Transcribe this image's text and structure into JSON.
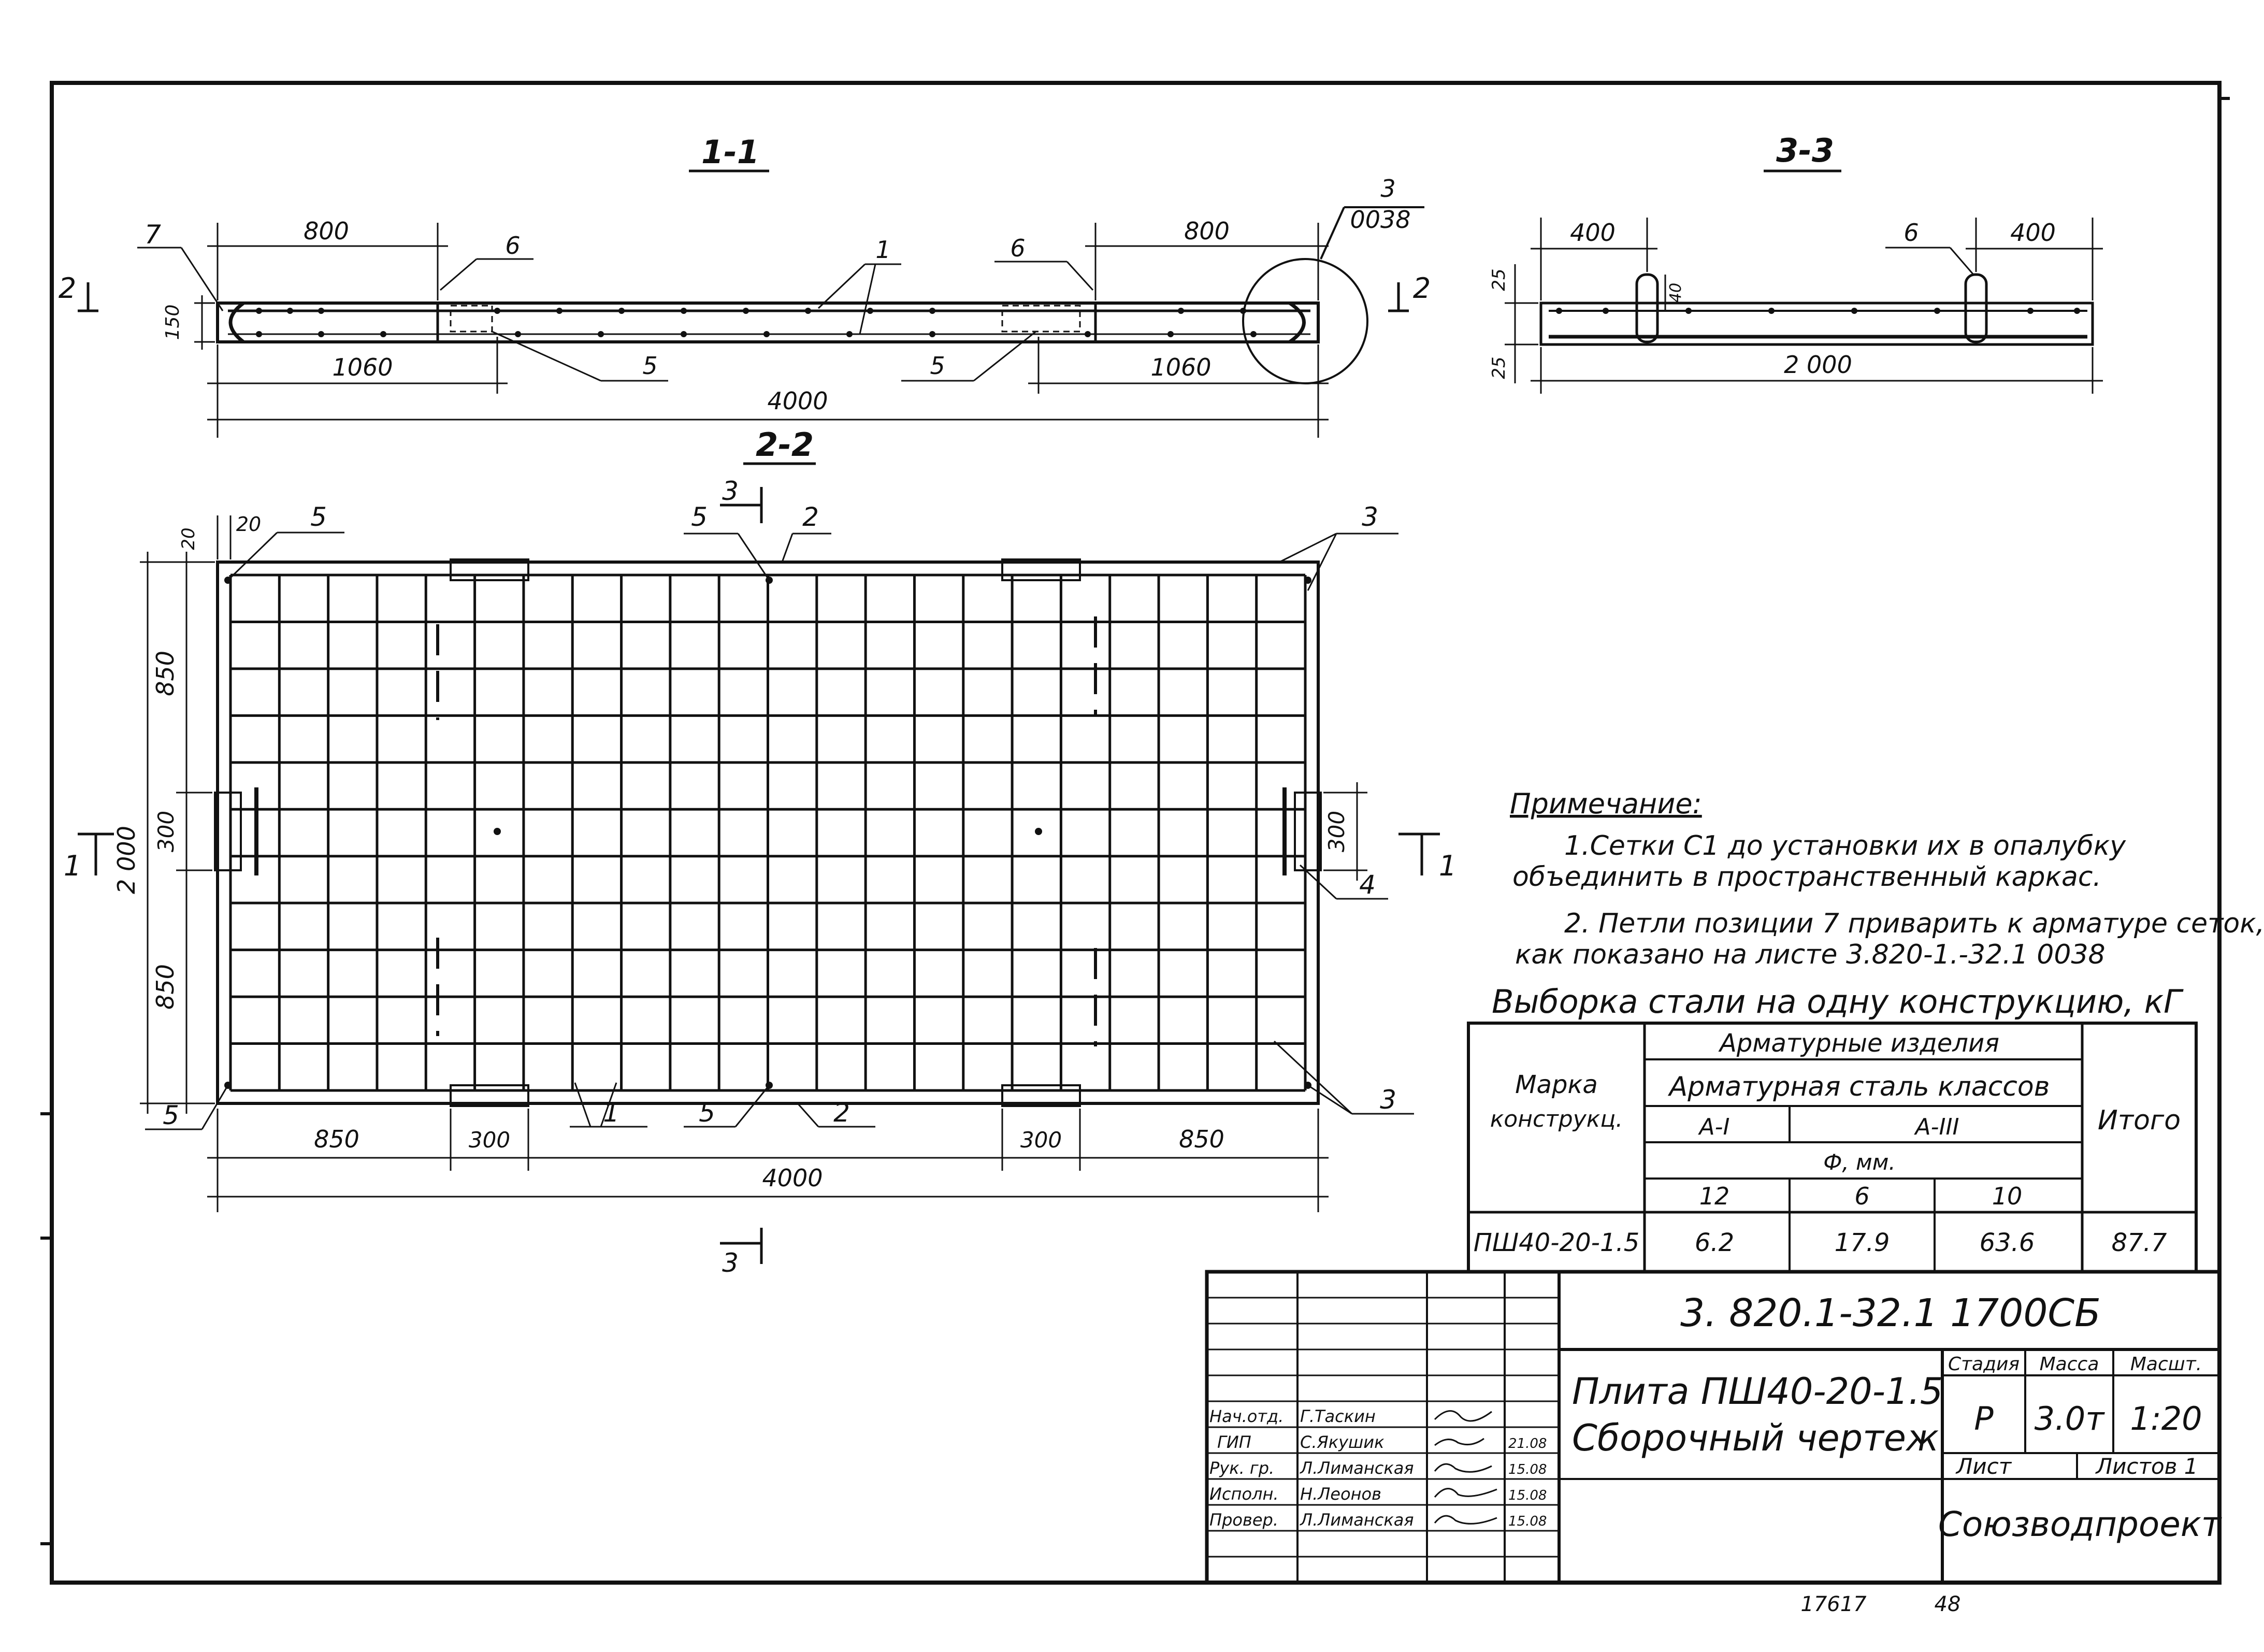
{
  "sections": {
    "s11": "1-1",
    "s33": "3-3",
    "s22": "2-2"
  },
  "section_marks": {
    "cut2": "2",
    "cut1": "1",
    "cut3": "3"
  },
  "callouts": {
    "p1": "1",
    "p2": "2",
    "p3": "3",
    "p4": "4",
    "p5": "5",
    "p6": "6",
    "p7": "7",
    "ref_sheet": "0038"
  },
  "dims_11": {
    "d800_left": "800",
    "d800_right": "800",
    "d1060_left": "1060",
    "d1060_right": "1060",
    "d4000": "4000",
    "d150": "150"
  },
  "dims_33": {
    "d400_left": "400",
    "d400_right": "400",
    "d2000": "2 000",
    "d25_top": "25",
    "d25_bot": "25",
    "d40": "40"
  },
  "dims_22": {
    "d20_a": "20",
    "d20_b": "20",
    "d850_top": "850",
    "d300_mid": "300",
    "d850_bot": "850",
    "d2000": "2 000",
    "d850_left": "850",
    "d300_left": "300",
    "d300_right": "300",
    "d850_right": "850",
    "d4000": "4000",
    "d300_side": "300"
  },
  "notes": {
    "title": "Примечание:",
    "line1": "1.Сетки С1 до установки их в опалубку",
    "line2": "объединить в пространственный каркас.",
    "line3": "2. Петли позиции 7 приварить к арматуре сеток,",
    "line4": "как показано на листе 3.820-1.-32.1 0038"
  },
  "steel_table": {
    "title": "Выборка стали на одну конструкцию, кГ",
    "h_mark": "Марка конструкц.",
    "h_mark_1": "Марка",
    "h_mark_2": "конструкц.",
    "h_products": "Арматурные изделия",
    "h_steel": "Арматурная сталь классов",
    "h_a1": "А-I",
    "h_a3": "А-III",
    "h_dia": "Ф, мм.",
    "h_total": "Итого",
    "d12": "12",
    "d6": "6",
    "d10": "10",
    "row": {
      "mark": "ПШ40-20-1.5",
      "v12": "6.2",
      "v6": "17.9",
      "v10": "63.6",
      "total": "87.7"
    }
  },
  "title_block": {
    "code": "3. 820.1-32.1 1700СБ",
    "name_1": "Плита ПШ40-20-1.5",
    "name_2": "Сборочный чертеж",
    "h_stage": "Стадия",
    "h_mass": "Масса",
    "h_scale": "Масшт.",
    "stage": "Р",
    "mass": "3.0т",
    "scale": "1:20",
    "h_sheet": "Лист",
    "h_sheets": "Листов 1",
    "org": "Союзводпроект",
    "roles": [
      "Нач.отд.",
      "ГИП",
      "Рук. гр.",
      "Исполн.",
      "Провер."
    ],
    "names": [
      "Г.Таскин",
      "С.Якушик",
      "Л.Лиманская",
      "Н.Леонов",
      "Л.Лиманская"
    ],
    "dates": [
      "",
      "21.08",
      "15.08",
      "15.08",
      "15.08"
    ]
  },
  "footer": {
    "inv": "17617",
    "n": "48"
  }
}
